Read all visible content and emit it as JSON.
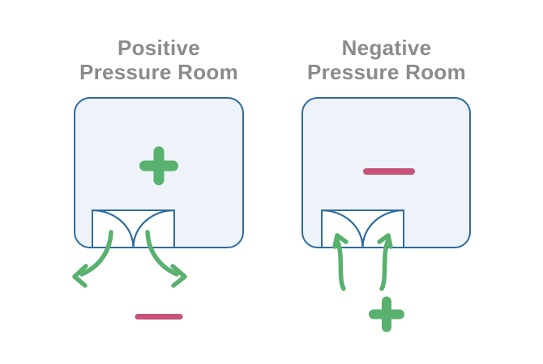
{
  "diagram": {
    "background_color": "#ffffff",
    "title_color": "#8b8b8e",
    "room_outline_color": "#2e6b9e",
    "room_fill_color": "#eef3f9",
    "door_fill_color": "#ffffff",
    "positive_airflow_color": "#58b16e",
    "negative_pressure_color": "#c75379",
    "positive_room": {
      "title": "Positive\nPressure Room",
      "interior_symbol": "plus",
      "exterior_symbol": "minus",
      "airflow_direction": "outward-through-door"
    },
    "negative_room": {
      "title": "Negative\nPressure Room",
      "interior_symbol": "minus",
      "exterior_symbol": "plus",
      "airflow_direction": "inward-through-door"
    }
  }
}
